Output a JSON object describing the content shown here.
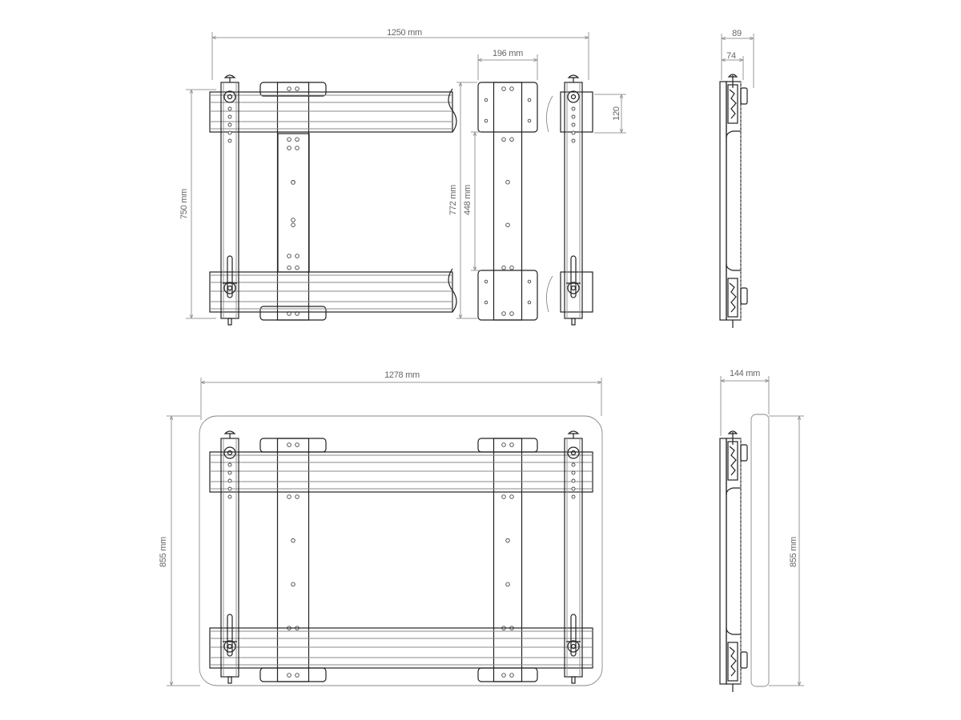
{
  "dimensions": {
    "top_front": {
      "width": "1250 mm",
      "plate_width": "196 mm",
      "height": "750 mm",
      "plate_height": "772 mm",
      "plate_hole_spacing": "448 mm",
      "rail_height": "120"
    },
    "top_side": {
      "depth_max": "89",
      "depth_min": "74"
    },
    "bottom_front": {
      "width": "1278 mm",
      "height": "855 mm"
    },
    "bottom_side": {
      "depth": "144 mm",
      "height": "855 mm"
    }
  },
  "colors": {
    "line": "#222222",
    "dimension": "#9a9a9a",
    "background": "#ffffff"
  }
}
